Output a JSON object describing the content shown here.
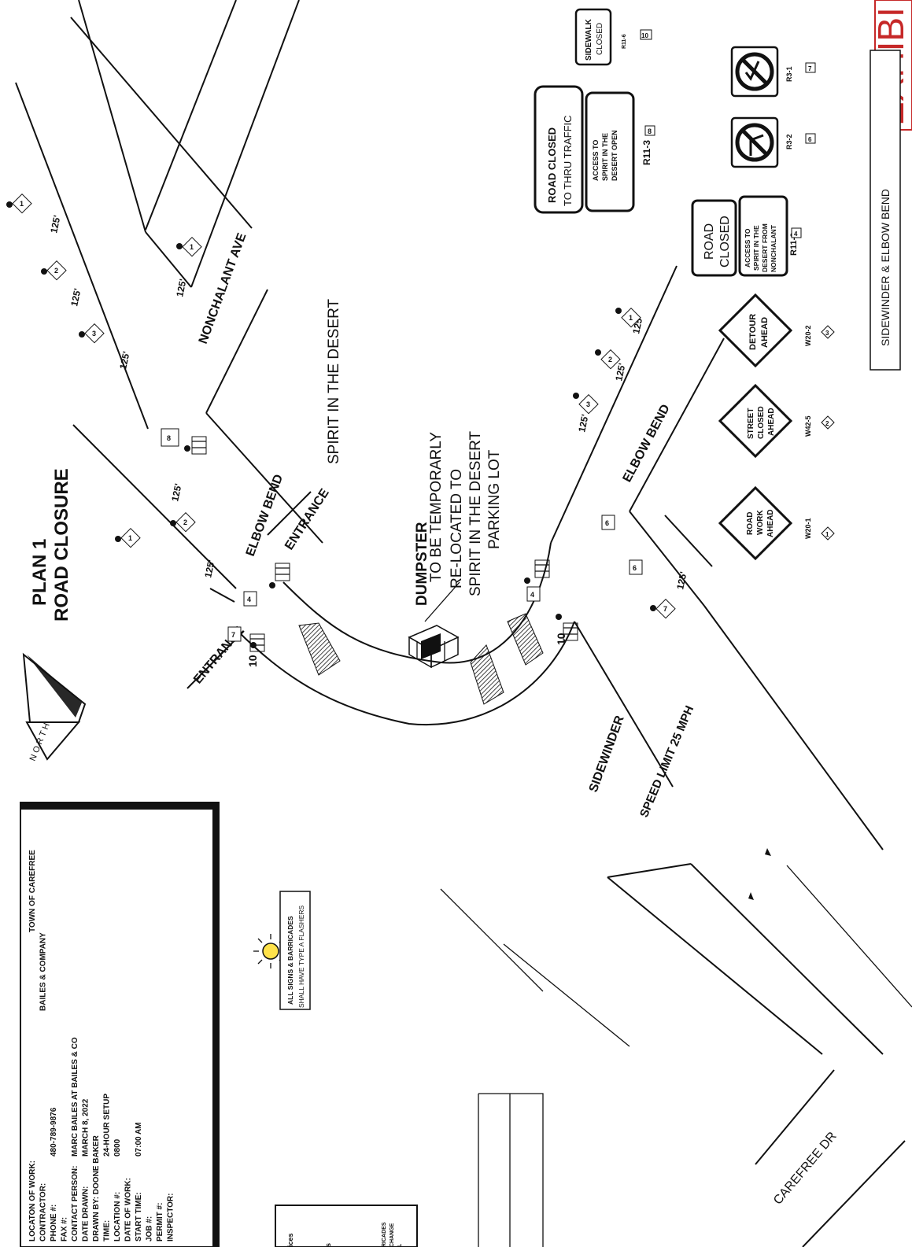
{
  "exhibit": "EXHIBI",
  "plan_title": "PLAN 1",
  "plan_subtitle": "ROAD CLOSURE",
  "compass": "N O R T H",
  "info": {
    "rows": [
      {
        "label": "LOCATON OF WORK:",
        "value": "TOWN OF CAREFREE"
      },
      {
        "label": "CONTRACTOR:",
        "value": "BAILES & COMPANY"
      },
      {
        "label": "PHONE #:",
        "value": "480-789-9876"
      },
      {
        "label": "FAX #:",
        "value": ""
      },
      {
        "label": "CONTACT PERSON:",
        "value": "MARC BAILES AT BAILES & CO"
      },
      {
        "label": "DATE DRAWN:",
        "value": "MARCH 8, 2022"
      },
      {
        "label": "DRAWN BY: DOONE BAKER",
        "value": ""
      },
      {
        "label": "TIME:",
        "value": "24-HOUR  SETUP"
      },
      {
        "label": "LOCATION #:",
        "value": "0800"
      },
      {
        "label": "DATE OF WORK:",
        "value": ""
      },
      {
        "label": "START TIME:",
        "value": "07:00 AM"
      },
      {
        "label": "JOB #:",
        "value": ""
      },
      {
        "label": "PERMIT #:",
        "value": ""
      },
      {
        "label": "INSPECTOR:",
        "value": ""
      }
    ]
  },
  "flasher_note": {
    "line1": "ALL SIGNS & BARRICADES",
    "line2": "SHALL HAVE TYPE A FLASHERS"
  },
  "partial_box": {
    "line1": "ices",
    "line2": "s",
    "line3": "RICADES",
    "line4": "CHANGE",
    "line5": "L"
  },
  "streets": {
    "nonchalant": "NONCHALANT AVE",
    "spirit": "SPIRIT IN THE DESERT",
    "elbow_upper": "ELBOW BEND",
    "elbow_lower": "ELBOW BEND",
    "entrance_upper": "ENTRANCE",
    "entrance_lower": "ENTRANCE",
    "sidewinder": "SIDEWINDER",
    "speed": "SPEED LIMIT 25 MPH",
    "carefree": "CAREFREE DR"
  },
  "dumpster": {
    "line1": "DUMPSTER",
    "line2": "TO BE TEMPORARLY",
    "line3": "RE-LOCATED TO",
    "line4": "SPIRIT IN THE DESERT",
    "line5": "PARKING LOT"
  },
  "distance": "125'",
  "signs": {
    "r11_3": {
      "line1": "ROAD CLOSED",
      "line2": "TO THRU TRAFFIC",
      "panel1": "ACCESS TO",
      "panel2": "SPIRIT IN THE",
      "panel3": "DESERT OPEN",
      "code": "R11-3",
      "num": "8"
    },
    "r11_6": {
      "line1": "SIDEWALK",
      "line2": "CLOSED",
      "code": "R11-6",
      "num": "10"
    },
    "r3_1": {
      "code": "R3-1",
      "num": "7"
    },
    "r3_2": {
      "code": "R3-2",
      "num": "6"
    },
    "r11_2": {
      "line1": "ROAD",
      "line2": "CLOSED",
      "panel1": "ACCESS TO",
      "panel2": "SPIRIT IN THE",
      "panel3": "DESERT FROM",
      "panel4": "NONCHALANT",
      "code": "R11-2",
      "num": "4"
    },
    "w20_2": {
      "line1": "DETOUR",
      "line2": "AHEAD",
      "code": "W20-2",
      "num": "3"
    },
    "w42_5": {
      "line1": "STREET",
      "line2": "CLOSED",
      "line3": "AHEAD",
      "code": "W42-5",
      "num": "2"
    },
    "w20_1": {
      "line1": "ROAD",
      "line2": "WORK",
      "line3": "AHEAD",
      "code": "W20-1",
      "num": "1"
    }
  },
  "side_title": "SIDEWINDER & ELBOW BEND",
  "markers": {
    "n1": "1",
    "n2": "2",
    "n3": "3",
    "n4": "4",
    "n6": "6",
    "n7": "7",
    "n8": "8",
    "n10": "10"
  }
}
